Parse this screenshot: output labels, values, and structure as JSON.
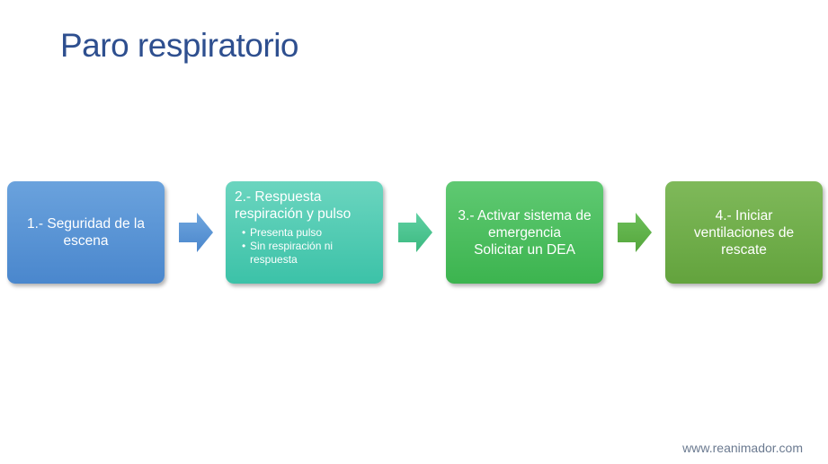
{
  "title": "Paro respiratorio",
  "steps": [
    {
      "lines": [
        "1.- Seguridad de la escena"
      ],
      "color": "#5b96d6"
    },
    {
      "heading": "2.- Respuesta respiración y pulso",
      "bullets": [
        "Presenta pulso",
        "Sin respiración ni respuesta"
      ],
      "color": "#4fcab3"
    },
    {
      "lines": [
        "3.- Activar sistema de emergencia",
        "Solicitar un DEA"
      ],
      "color": "#4cbd5f"
    },
    {
      "lines": [
        "4.- Iniciar ventilaciones de rescate"
      ],
      "color": "#6fae4a"
    }
  ],
  "arrows": [
    {
      "icon": "arrow-right-icon",
      "color": "#5592d4"
    },
    {
      "icon": "arrow-right-icon",
      "color": "#4cc693"
    },
    {
      "icon": "arrow-right-icon",
      "color": "#5cb54a"
    }
  ],
  "footer": "www.reanimador.com"
}
